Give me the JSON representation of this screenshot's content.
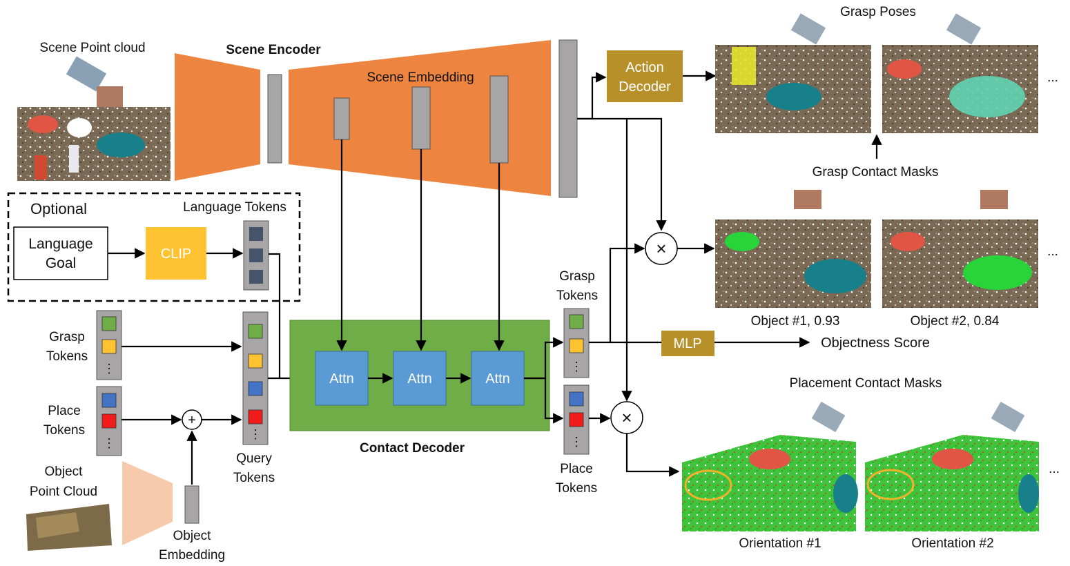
{
  "labels": {
    "scene_point_cloud": "Scene Point cloud",
    "scene_encoder": "Scene Encoder",
    "scene_embedding": "Scene Embedding",
    "optional": "Optional",
    "language_goal_1": "Language",
    "language_goal_2": "Goal",
    "clip": "CLIP",
    "language_tokens": "Language Tokens",
    "grasp_tokens_in_1": "Grasp",
    "grasp_tokens_in_2": "Tokens",
    "place_tokens_in_1": "Place",
    "place_tokens_in_2": "Tokens",
    "object_point_cloud_1": "Object",
    "object_point_cloud_2": "Point Cloud",
    "object_embedding_1": "Object",
    "object_embedding_2": "Embedding",
    "query_tokens_1": "Query",
    "query_tokens_2": "Tokens",
    "attn": "Attn",
    "contact_decoder": "Contact Decoder",
    "grasp_tokens_out_1": "Grasp",
    "grasp_tokens_out_2": "Tokens",
    "place_tokens_out_1": "Place",
    "place_tokens_out_2": "Tokens",
    "action_decoder_1": "Action",
    "action_decoder_2": "Decoder",
    "mlp": "MLP",
    "objectness_score": "Objectness Score",
    "grasp_poses": "Grasp Poses",
    "grasp_contact_masks": "Grasp Contact Masks",
    "object_1": "Object #1, 0.93",
    "object_2": "Object #2, 0.84",
    "placement_contact_masks": "Placement Contact Masks",
    "orientation_1": "Orientation #1",
    "orientation_2": "Orientation #2",
    "ellipsis": "...",
    "vdots": "⋮",
    "multiply": "×",
    "plus": "+"
  },
  "colors": {
    "encoder_orange": "#ED8440",
    "decoder_green": "#6FAD47",
    "attn_blue": "#5B9BD5",
    "clip_yellow": "#FFC331",
    "decoder_gold": "#B8902A",
    "token_gray": "#A7A5A6",
    "token_green": "#6FAD47",
    "token_yellow": "#FFC331",
    "token_blue": "#4472C4",
    "token_red": "#F21B1B",
    "token_navy": "#44546A",
    "object_encoder_peach": "#F7CAAC"
  },
  "icons": [
    "point-cloud-image",
    "multiply-icon",
    "plus-icon"
  ]
}
